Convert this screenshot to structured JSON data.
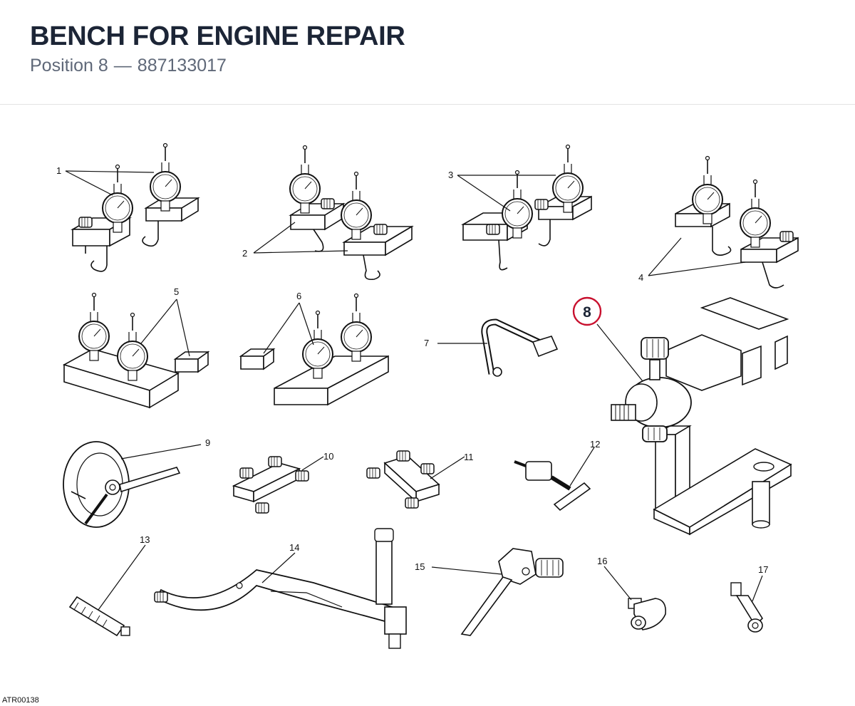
{
  "header": {
    "title": "BENCH FOR ENGINE REPAIR",
    "subtitle_position": "Position 8",
    "subtitle_separator": "—",
    "subtitle_code": "887133017"
  },
  "diagram": {
    "callouts": [
      "1",
      "2",
      "3",
      "4",
      "5",
      "6",
      "7",
      "9",
      "10",
      "11",
      "12",
      "13",
      "14",
      "15",
      "16",
      "17"
    ],
    "highlighted_callout": "8",
    "highlight_color": "#c8102e",
    "line_color": "#111111",
    "drawing_code": "ATR00138"
  }
}
